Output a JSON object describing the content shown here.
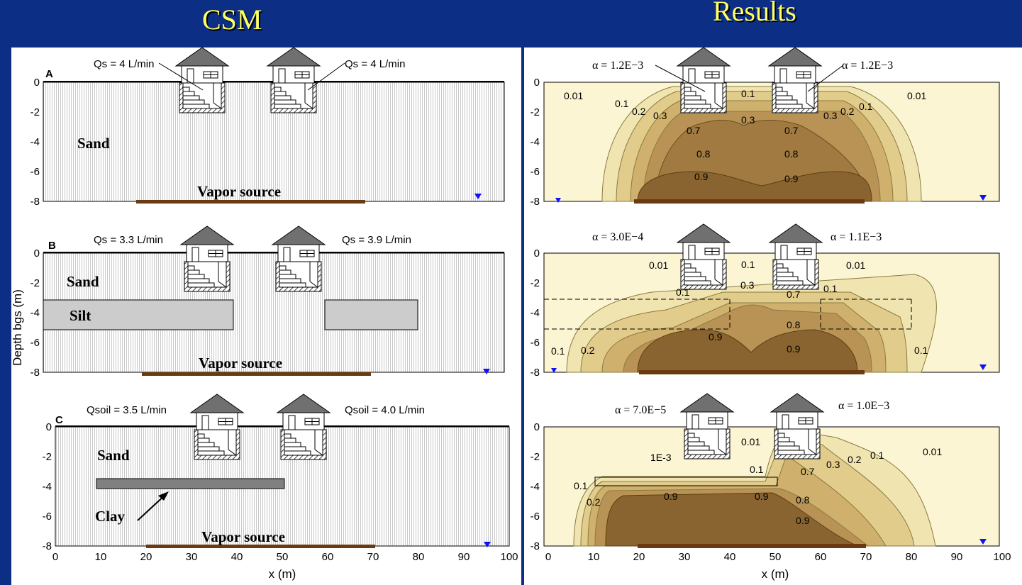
{
  "headers": {
    "left": "CSM",
    "right": "Results"
  },
  "axes": {
    "ylabel": "Depth bgs (m)",
    "xlabel": "x (m)",
    "y_ticks": [
      "0",
      "-2",
      "-4",
      "-6",
      "-8"
    ],
    "x_ticks": [
      "0",
      "10",
      "20",
      "30",
      "40",
      "50",
      "60",
      "70",
      "80",
      "90",
      "100"
    ]
  },
  "csm": {
    "a": {
      "letter": "A",
      "q_left": "Qs = 4 L/min",
      "q_right": "Qs = 4 L/min",
      "sand": "Sand",
      "source": "Vapor source"
    },
    "b": {
      "letter": "B",
      "q_left": "Qs = 3.3 L/min",
      "q_right": "Qs = 3.9 L/min",
      "sand": "Sand",
      "silt": "Silt",
      "source": "Vapor source"
    },
    "c": {
      "letter": "C",
      "q_left": "Qsoil = 3.5 L/min",
      "q_right": "Qsoil = 4.0 L/min",
      "sand": "Sand",
      "clay": "Clay",
      "source": "Vapor source"
    }
  },
  "results": {
    "a": {
      "alpha_left": "α = 1.2E−3",
      "alpha_right": "α = 1.2E−3",
      "contours": [
        "0.01",
        "0.1",
        "0.2",
        "0.3",
        "0.7",
        "0.8",
        "0.9",
        "0.1",
        "0.3",
        "0.7",
        "0.8",
        "0.9",
        "0.3",
        "0.2",
        "0.1",
        "0.01"
      ]
    },
    "b": {
      "alpha_left": "α = 3.0E−4",
      "alpha_right": "α = 1.1E−3",
      "contours": [
        "0.01",
        "0.1",
        "0.1",
        "0.2",
        "0.9",
        "0.1",
        "0.3",
        "0.7",
        "0.8",
        "0.9",
        "0.1",
        "0.01",
        "0.1"
      ]
    },
    "c": {
      "alpha_left": "α = 7.0E−5",
      "alpha_right": "α = 1.0E−3",
      "contours": [
        "1E-3",
        "0.01",
        "0.1",
        "0.1",
        "0.2",
        "0.9",
        "0.9",
        "0.3",
        "0.2",
        "0.1",
        "0.01",
        "0.7",
        "0.8",
        "0.9"
      ]
    }
  },
  "colors": {
    "background": "#0c2f85",
    "header": "#ffff66",
    "source": "#6b3a10",
    "water_table": "#1010ff"
  }
}
